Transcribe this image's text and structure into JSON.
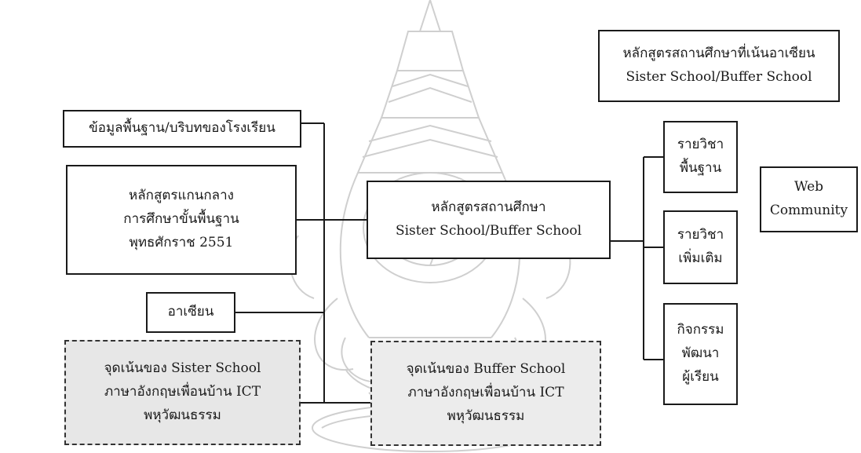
{
  "top_right_box": {
    "lines": [
      "หลักสูตรสถานศึกษาที่เน้นอาเซียน",
      "Sister School/Buffer School"
    ]
  },
  "input_boxes": {
    "context": {
      "lines": [
        "ข้อมูลพื้นฐาน/บริบทของโรงเรียน"
      ]
    },
    "core_curriculum": {
      "lines": [
        "หลักสูตรแกนกลาง",
        "การศึกษาขั้นพื้นฐาน",
        "พุทธศักราช 2551"
      ]
    },
    "asean": {
      "lines": [
        "อาเซียน"
      ]
    },
    "sister_focus": {
      "lines": [
        "จุดเน้นของ Sister School",
        "ภาษาอังกฤษเพื่อนบ้าน ICT",
        "พหุวัฒนธรรม"
      ]
    }
  },
  "center_box": {
    "lines": [
      "หลักสูตรสถานศึกษา",
      "Sister School/Buffer School"
    ]
  },
  "buffer_focus": {
    "lines": [
      "จุดเน้นของ Buffer School",
      "ภาษาอังกฤษเพื่อนบ้าน ICT",
      "พหุวัฒนธรรม"
    ]
  },
  "outputs": {
    "basic_subjects": {
      "lines": [
        "รายวิชา",
        "พื้นฐาน"
      ]
    },
    "additional_subjects": {
      "lines": [
        "รายวิชา",
        "เพิ่มเติม"
      ]
    },
    "activities": {
      "lines": [
        "กิจกรรม",
        "พัฒนา",
        "ผู้เรียน"
      ]
    }
  },
  "web_community": {
    "lines": [
      "Web",
      "Community"
    ]
  },
  "colors": {
    "line": "#1a1a1a",
    "dashed_fill": "#e7e7e7",
    "watermark": "#c8c8c8"
  }
}
